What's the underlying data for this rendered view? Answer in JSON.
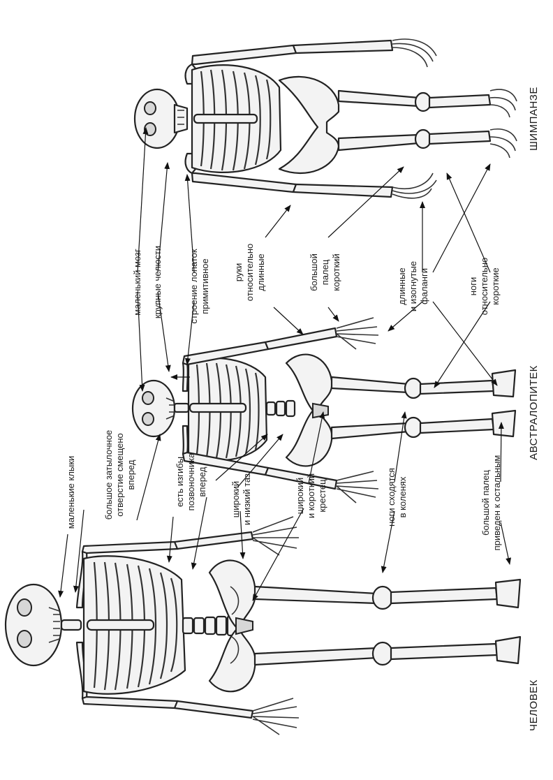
{
  "titles": {
    "human": "ЧЕЛОВЕК",
    "australopithecus": "АВСТРАЛОПИТЕК",
    "chimpanzee": "ШИМПАНЗЕ"
  },
  "labels": {
    "small_fangs": "маленькие клыки",
    "foramen_1": "большое затылочное",
    "foramen_2": "отверстие смещено",
    "foramen_3": "вперед",
    "spine_1": "есть изгибы",
    "spine_2": "позвоночника",
    "spine_3": "вперед",
    "pelvis_1": "широкий",
    "pelvis_2": "и низкий таз",
    "sacrum_1": "широкий",
    "sacrum_2": "и короткий",
    "sacrum_3": "крестец",
    "knees_1": "ноги сходятся",
    "knees_2": "в коленях",
    "toe_1": "большой палец",
    "toe_2": "приведен к остальным",
    "brain": "маленький мозг",
    "jaws": "крупные челюсти",
    "scapula_1": "строение лопаток",
    "scapula_2": "примитивное",
    "arms_1": "руки",
    "arms_2": "относительно",
    "arms_3": "длинные",
    "thumb_1": "большой",
    "thumb_2": "палец",
    "thumb_3": "короткий",
    "phalanges_1": "длинные",
    "phalanges_2": "и изогнутые",
    "phalanges_3": "фаланги",
    "legs_1": "ноги",
    "legs_2": "относительно",
    "legs_3": "короткие"
  }
}
